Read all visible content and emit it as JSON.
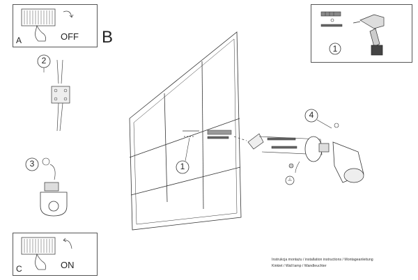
{
  "panel_a": {
    "letter": "A",
    "label": "OFF"
  },
  "panel_b": {
    "letter": "B"
  },
  "panel_c": {
    "letter": "C",
    "label": "ON"
  },
  "steps": {
    "one": "1",
    "two": "2",
    "three": "3",
    "four": "4",
    "tools_one": "1",
    "main_one": "1"
  },
  "footer": {
    "line1": "Instrukcja montażu / installation instructions / Montageanleitung",
    "line2": "Kinkiet / Wall lamp / Wandleuchter"
  }
}
